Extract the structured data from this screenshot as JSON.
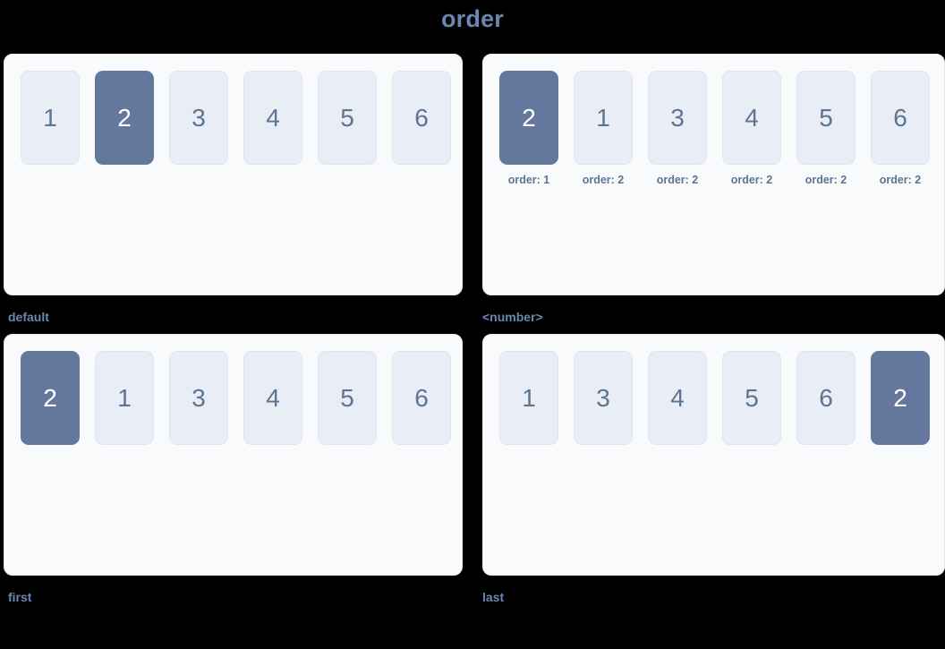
{
  "title": "order",
  "colors": {
    "background": "#000000",
    "card_bg": "#f9fafc",
    "card_border": "#e6eaf2",
    "box_bg": "#e9edf6",
    "box_border": "#dfe5f0",
    "box_text": "#5d7493",
    "box_active_bg": "#64789d",
    "box_active_text": "#ffffff",
    "label_text": "#6987b0"
  },
  "cells": [
    {
      "label": "default",
      "items": [
        {
          "value": "1",
          "active": false,
          "note": ""
        },
        {
          "value": "2",
          "active": true,
          "note": ""
        },
        {
          "value": "3",
          "active": false,
          "note": ""
        },
        {
          "value": "4",
          "active": false,
          "note": ""
        },
        {
          "value": "5",
          "active": false,
          "note": ""
        },
        {
          "value": "6",
          "active": false,
          "note": ""
        }
      ]
    },
    {
      "label": "<number>",
      "items": [
        {
          "value": "2",
          "active": true,
          "note": "order: 1"
        },
        {
          "value": "1",
          "active": false,
          "note": "order: 2"
        },
        {
          "value": "3",
          "active": false,
          "note": "order: 2"
        },
        {
          "value": "4",
          "active": false,
          "note": "order: 2"
        },
        {
          "value": "5",
          "active": false,
          "note": "order: 2"
        },
        {
          "value": "6",
          "active": false,
          "note": "order: 2"
        }
      ]
    },
    {
      "label": "first",
      "items": [
        {
          "value": "2",
          "active": true,
          "note": ""
        },
        {
          "value": "1",
          "active": false,
          "note": ""
        },
        {
          "value": "3",
          "active": false,
          "note": ""
        },
        {
          "value": "4",
          "active": false,
          "note": ""
        },
        {
          "value": "5",
          "active": false,
          "note": ""
        },
        {
          "value": "6",
          "active": false,
          "note": ""
        }
      ]
    },
    {
      "label": "last",
      "items": [
        {
          "value": "1",
          "active": false,
          "note": ""
        },
        {
          "value": "3",
          "active": false,
          "note": ""
        },
        {
          "value": "4",
          "active": false,
          "note": ""
        },
        {
          "value": "5",
          "active": false,
          "note": ""
        },
        {
          "value": "6",
          "active": false,
          "note": ""
        },
        {
          "value": "2",
          "active": true,
          "note": ""
        }
      ]
    }
  ]
}
